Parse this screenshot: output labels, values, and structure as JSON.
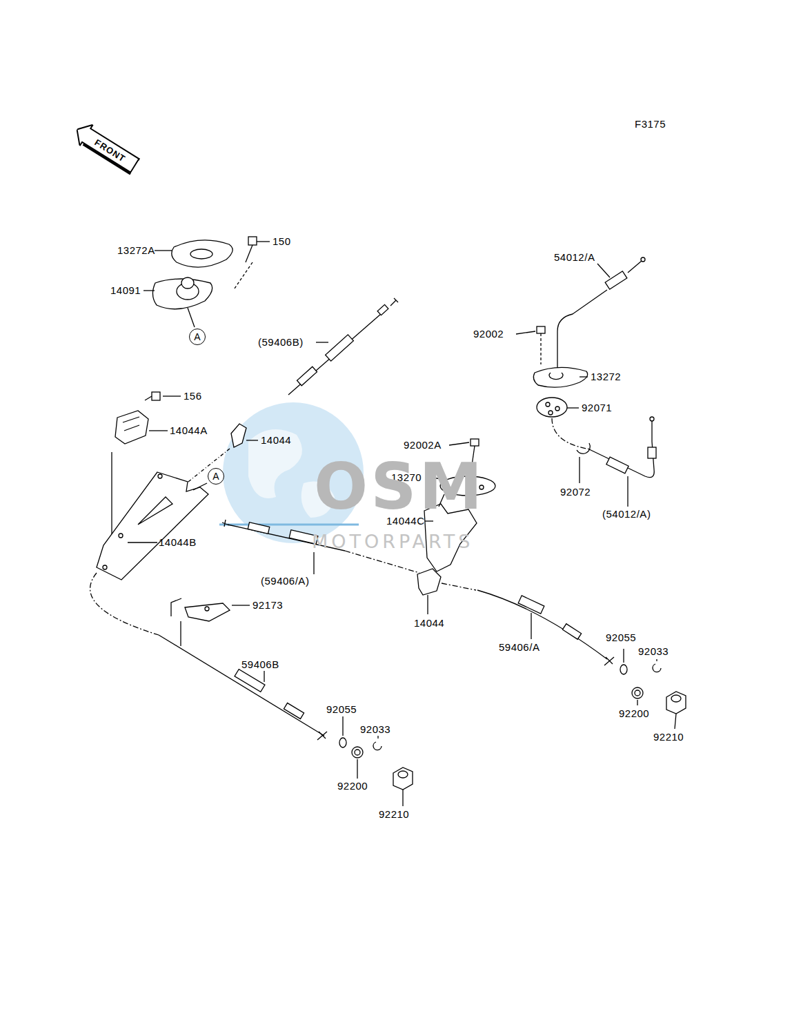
{
  "diagram": {
    "nodes": [
      {
        "text": [
          "FRONT"
        ]
      },
      {
        "text": [
          "A"
        ]
      },
      {
        "text": [
          "A"
        ]
      }
    ],
    "labels": [
      "F3175",
      "13272A",
      "150",
      "14091",
      "(59406B)",
      "156",
      "14044A",
      "14044",
      "14044B",
      "54012/A",
      "92002",
      "13272",
      "92071",
      "92002A",
      "13270",
      "14044C",
      "92072",
      "(54012/A)",
      "(59406/A)",
      "92173",
      "14044",
      "59406/A",
      "92055",
      "92033",
      "59406B",
      "92200",
      "92210",
      "92055",
      "92033",
      "92200",
      "92210",
      "OSM",
      "MOTORPARTS"
    ]
  }
}
